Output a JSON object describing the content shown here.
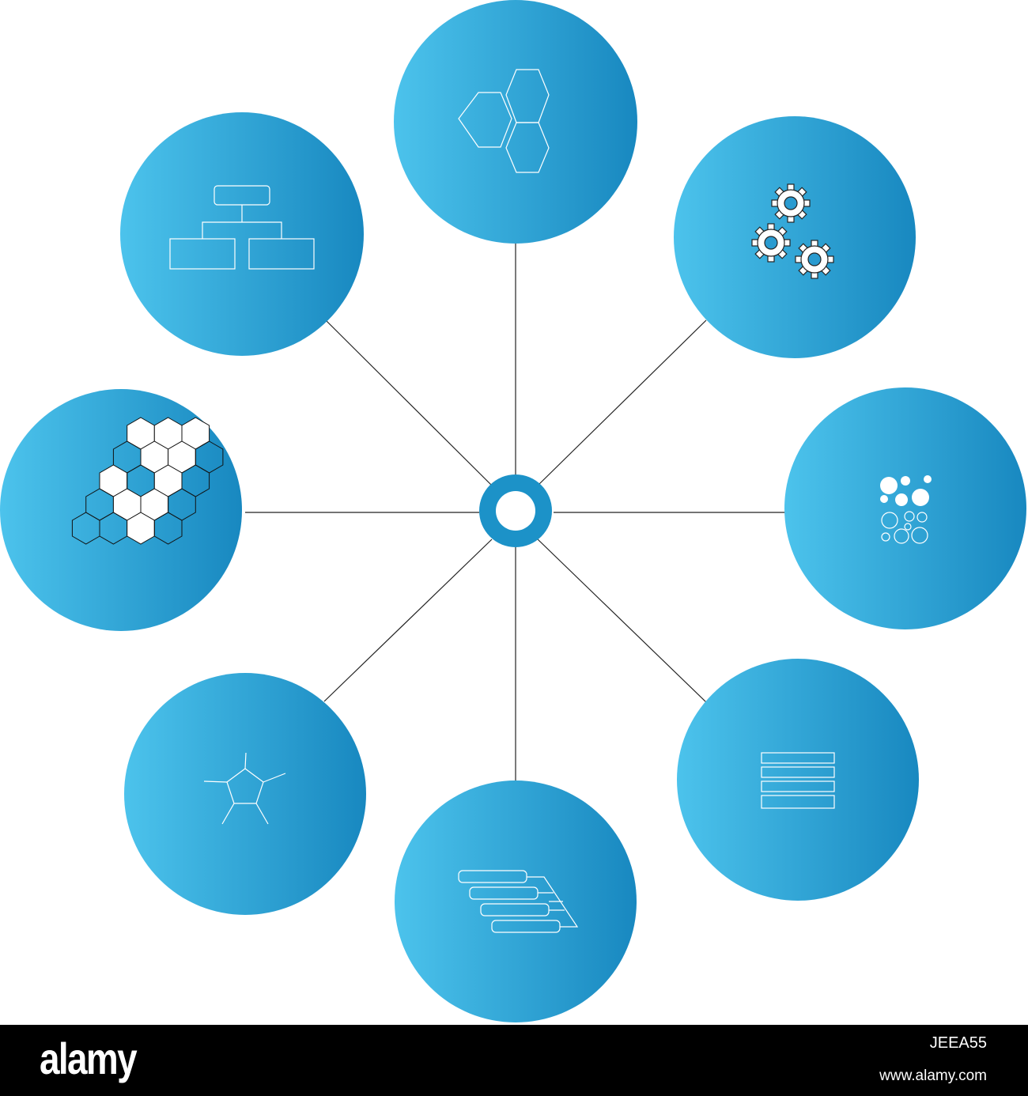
{
  "diagram": {
    "title": "",
    "colors": {
      "gradient_light": "#4cc3ec",
      "gradient_dark": "#1888c0",
      "hub_ring": "#1c92c8",
      "connector": "#222222",
      "icon_stroke": "#ffffff"
    },
    "nodes": [
      {
        "name": "node-top",
        "icon": "hexagon-cluster-icon"
      },
      {
        "name": "node-top-right",
        "icon": "gears-icon"
      },
      {
        "name": "node-right",
        "icon": "circles-grid-icon"
      },
      {
        "name": "node-bottom-right",
        "icon": "stacked-rows-icon"
      },
      {
        "name": "node-bottom",
        "icon": "cascade-boxes-icon"
      },
      {
        "name": "node-bottom-left",
        "icon": "pentagon-network-icon"
      },
      {
        "name": "node-left",
        "icon": "honeycomb-icon"
      },
      {
        "name": "node-top-left",
        "icon": "org-chart-icon"
      }
    ]
  },
  "watermark": {
    "logo": "alamy",
    "image_id": "JEEA55",
    "url": "www.alamy.com"
  }
}
